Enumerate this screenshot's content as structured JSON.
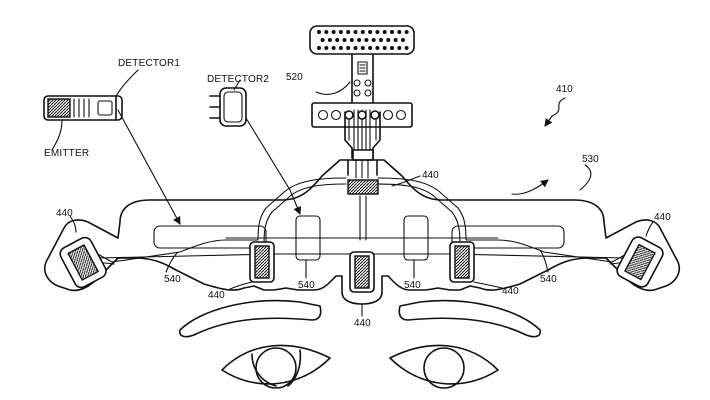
{
  "labels": {
    "detector1": "DETECTOR1",
    "detector2": "DETECTOR2",
    "emitter": "EMITTER",
    "ref_410": "410",
    "ref_520": "520",
    "ref_530": "530",
    "ref_440": "440",
    "ref_540": "540"
  }
}
